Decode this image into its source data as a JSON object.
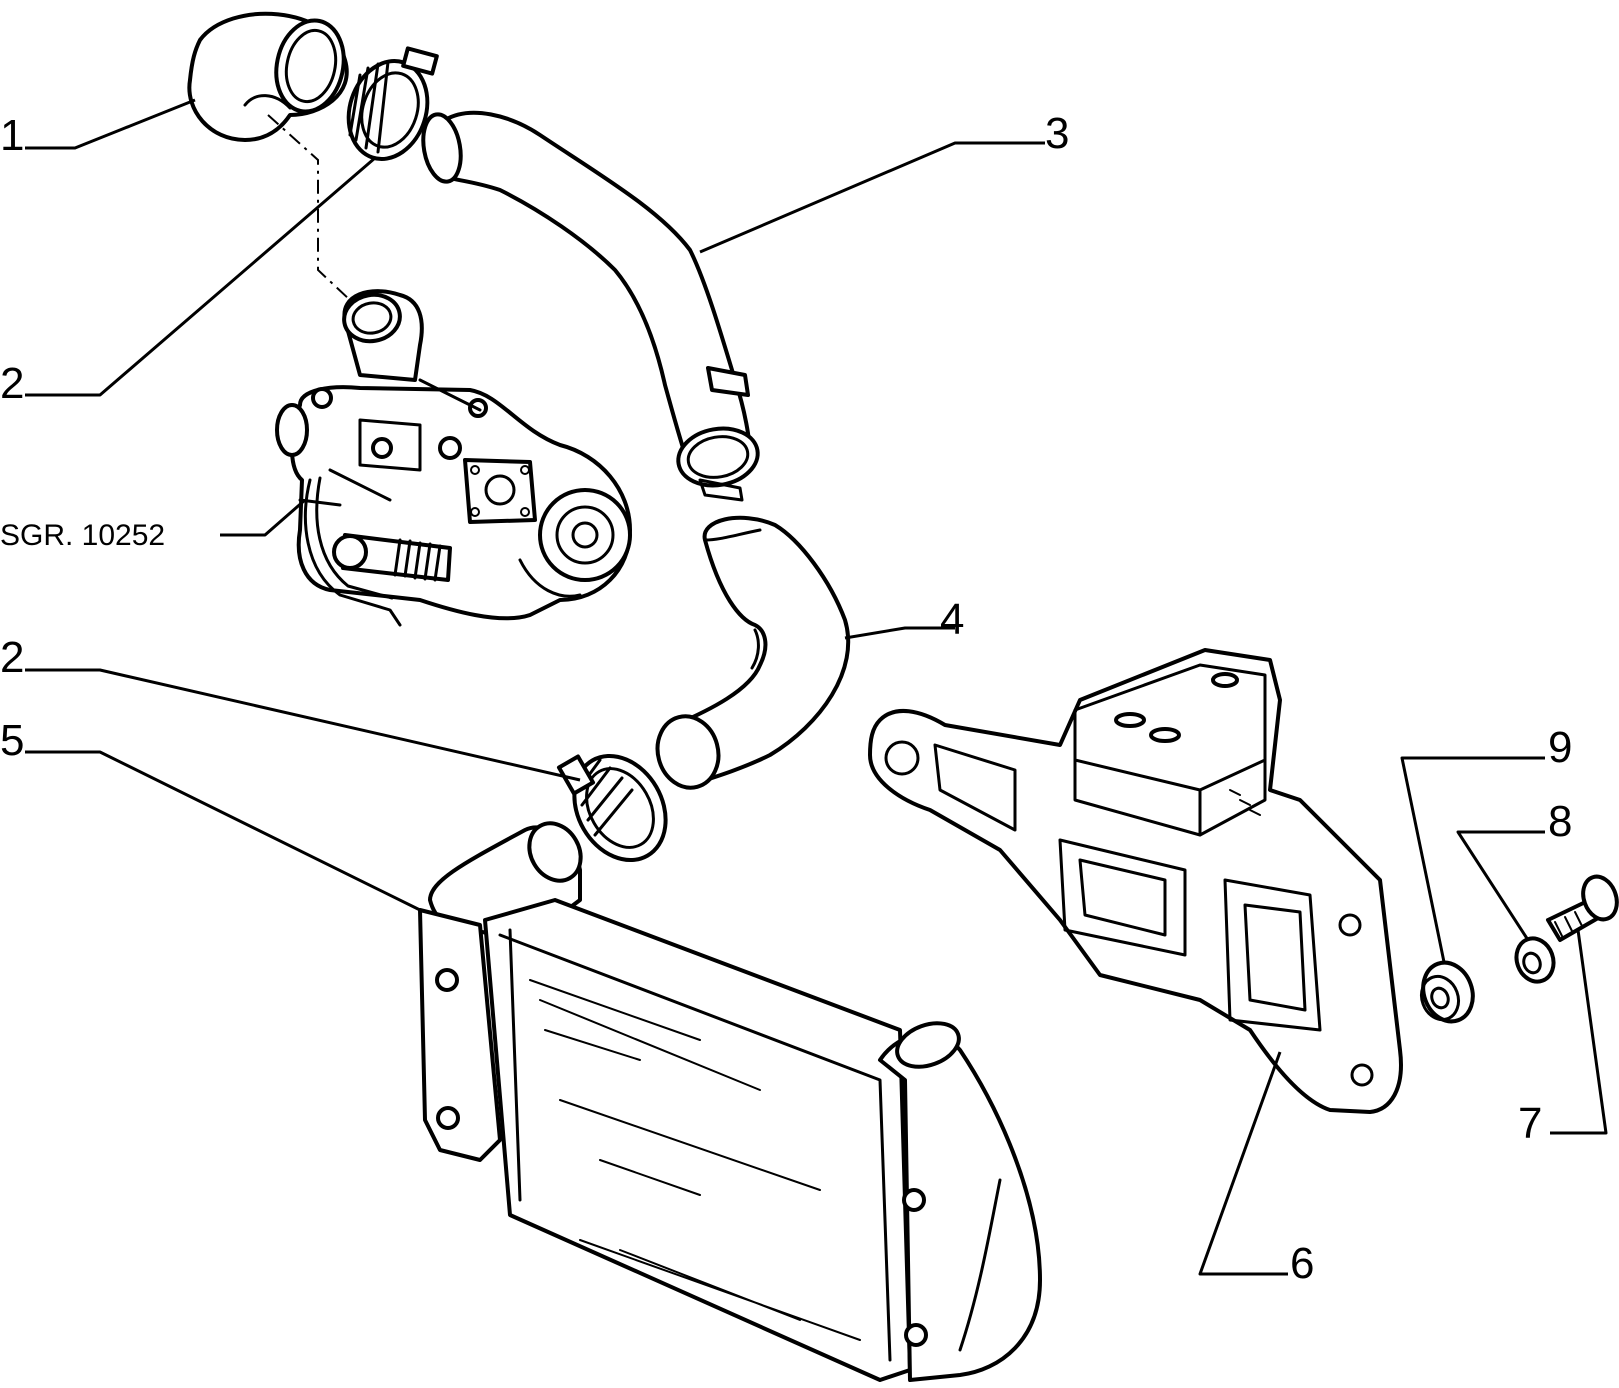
{
  "callouts": {
    "c1": "1",
    "c2a": "2",
    "c2b": "2",
    "c3": "3",
    "c4": "4",
    "c5": "5",
    "c6": "6",
    "c7": "7",
    "c8": "8",
    "c9": "9"
  },
  "reference": {
    "turbo": "SGR. 10252"
  }
}
